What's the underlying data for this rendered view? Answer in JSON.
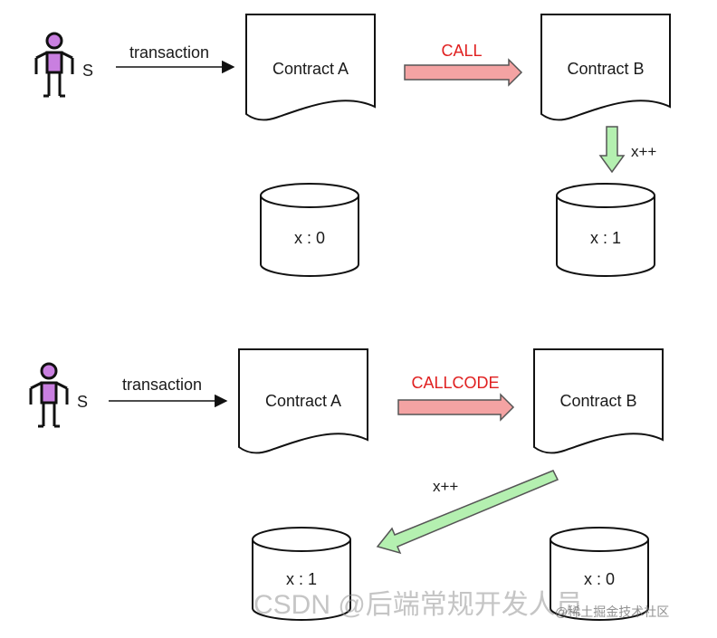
{
  "top": {
    "actor_label": "S",
    "transaction_label": "transaction",
    "contract_a": "Contract A",
    "call_label": "CALL",
    "contract_b": "Contract B",
    "increment_label": "x++",
    "storage_a": "x : 0",
    "storage_b": "x : 1"
  },
  "bottom": {
    "actor_label": "S",
    "transaction_label": "transaction",
    "contract_a": "Contract A",
    "call_label": "CALLCODE",
    "contract_b": "Contract B",
    "increment_label": "x++",
    "storage_a": "x : 1",
    "storage_b": "x : 0"
  },
  "watermark": {
    "main": "CSDN @后端常规开发人员",
    "sub": "@稀土掘金技术社区"
  },
  "colors": {
    "actor_head": "#c97fe0",
    "call_arrow": "#f4a3a3",
    "increment_arrow": "#b4f0b0",
    "call_text": "#e02020"
  }
}
